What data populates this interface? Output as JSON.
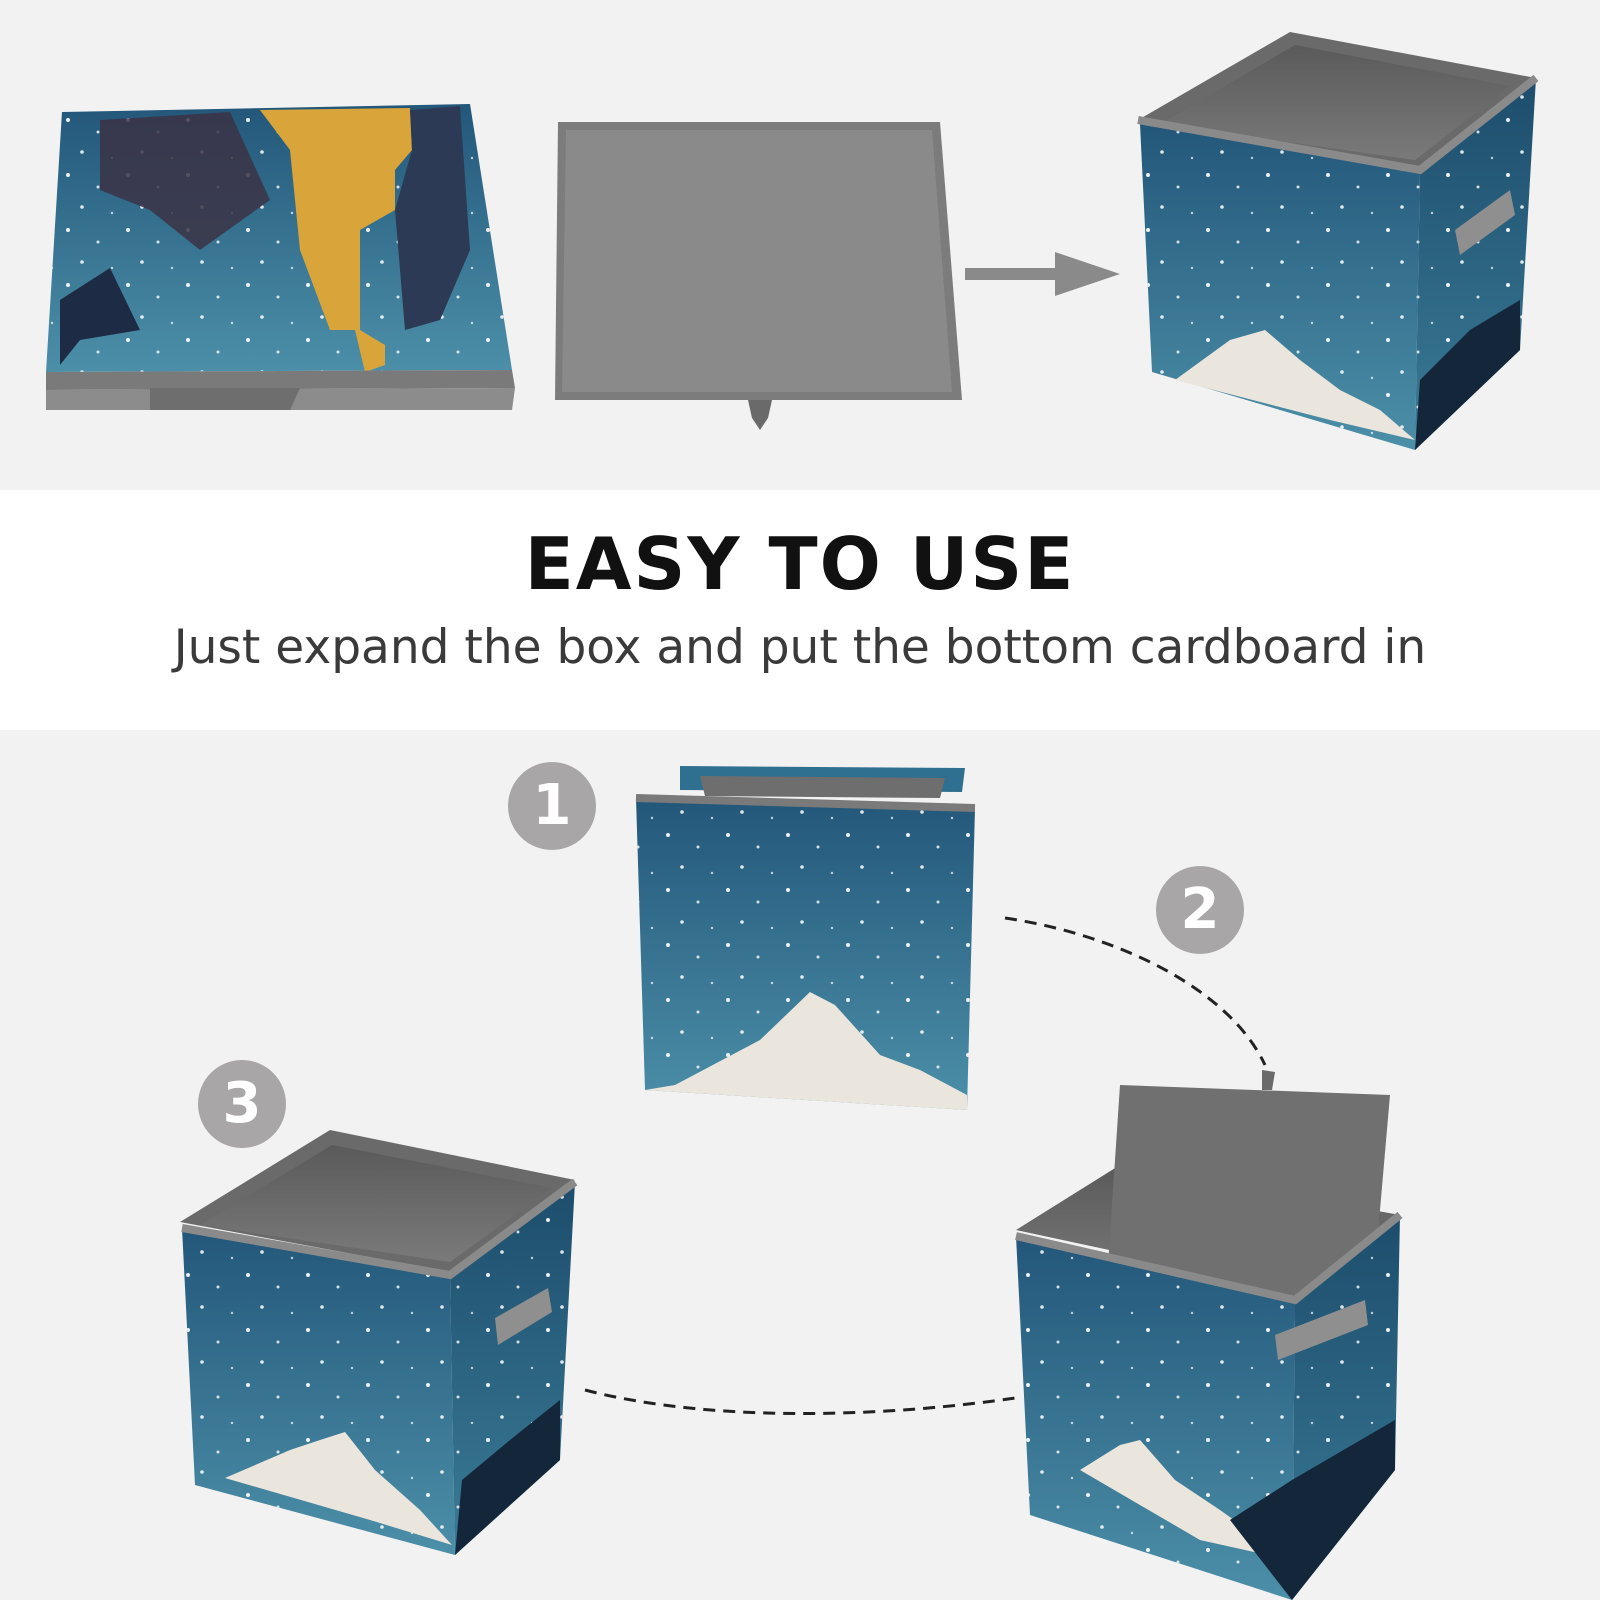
{
  "heading": {
    "title": "EASY TO USE",
    "subtitle": "Just expand the box and put the bottom cardboard in"
  },
  "steps": [
    {
      "number": "1"
    },
    {
      "number": "2"
    },
    {
      "number": "3"
    }
  ],
  "colors": {
    "sky": "#2f6f8f",
    "lining": "#6b6b6b",
    "badge": "#a9a6a7",
    "gold": "#d9a53a"
  }
}
